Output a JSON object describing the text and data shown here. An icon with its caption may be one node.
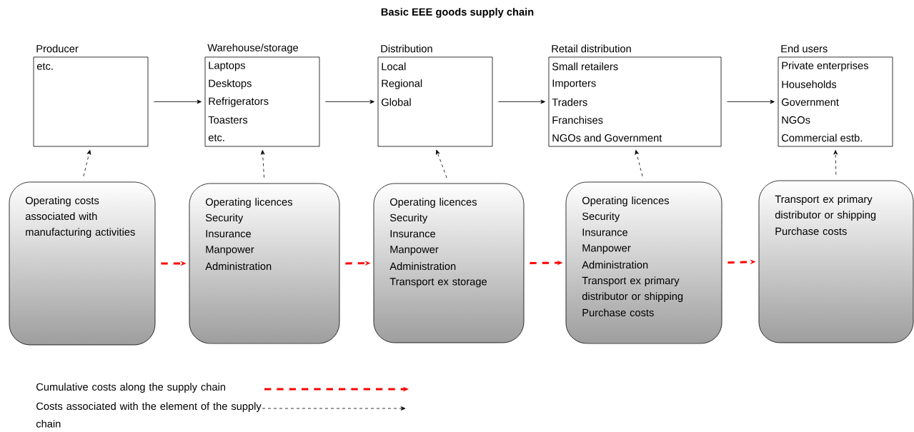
{
  "diagram": {
    "title": "Basic EEE goods supply chain",
    "nodes": [
      {
        "text": [
          "Producer",
          "etc."
        ]
      },
      {
        "text": [
          "Warehouse/storage",
          "Laptops",
          "Desktops",
          "Refrigerators",
          "Toasters",
          "etc."
        ]
      },
      {
        "text": [
          "Distribution",
          "Local",
          "Regional",
          "Global"
        ]
      },
      {
        "text": [
          "Retail distribution",
          "Small retailers",
          "Importers",
          "Traders",
          "Franchises",
          "NGOs and Government"
        ]
      },
      {
        "text": [
          "End users",
          "Private enterprises",
          "Households",
          "Government",
          "NGOs",
          "Commercial estb."
        ]
      },
      {
        "text": [
          "Operating costs associated with manufacturing activities"
        ]
      },
      {
        "text": [
          "Operating licences",
          "Security",
          "Insurance",
          "Manpower",
          "Administration"
        ]
      },
      {
        "text": [
          "Operating licences",
          "Security",
          "Insurance",
          "Manpower",
          "Administration",
          "Transport ex storage"
        ]
      },
      {
        "text": [
          "Operating licences",
          "Security",
          "Insurance",
          "Manpower",
          "Administration",
          "Transport ex primary distributor or shipping",
          "Purchase costs"
        ]
      },
      {
        "text": [
          "Transport ex primary distributor or shipping",
          "Purchase costs"
        ]
      }
    ],
    "edges": [
      {
        "from": 0,
        "to": 1,
        "arrow": "to"
      },
      {
        "from": 1,
        "to": 2,
        "arrow": "to"
      },
      {
        "from": 2,
        "to": 3,
        "arrow": "to"
      },
      {
        "from": 3,
        "to": 4,
        "arrow": "to"
      },
      {
        "from": 5,
        "to": 0,
        "arrow": "to",
        "style": "dashed"
      },
      {
        "from": 6,
        "to": 1,
        "arrow": "to",
        "style": "dashed"
      },
      {
        "from": 7,
        "to": 2,
        "arrow": "to",
        "style": "dashed"
      },
      {
        "from": 8,
        "to": 3,
        "arrow": "to",
        "style": "dashed"
      },
      {
        "from": 9,
        "to": 4,
        "arrow": "to",
        "style": "dashed"
      },
      {
        "from": 5,
        "to": 6,
        "arrow": "to",
        "style": "dashed",
        "color": "#ff0000"
      },
      {
        "from": 6,
        "to": 7,
        "arrow": "to",
        "style": "dashed",
        "color": "#ff0000"
      },
      {
        "from": 7,
        "to": 8,
        "arrow": "to",
        "style": "dashed",
        "color": "#ff0000"
      },
      {
        "from": 8,
        "to": 9,
        "arrow": "to",
        "style": "dashed",
        "color": "#ff0000"
      }
    ],
    "legend": [
      {
        "text": "Cumulative costs along the supply chain"
      },
      {
        "text": "Costs associated with the element of the supply chain"
      }
    ]
  }
}
